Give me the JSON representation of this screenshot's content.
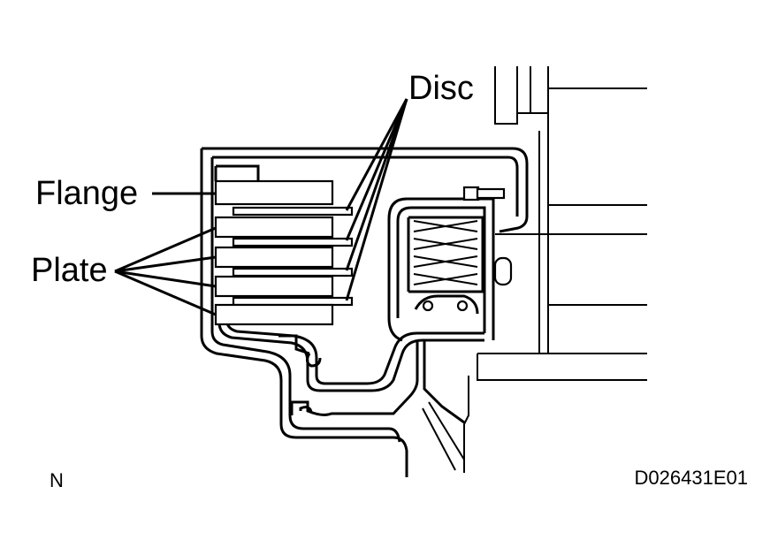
{
  "labels": {
    "disc": "Disc",
    "flange": "Flange",
    "plate": "Plate",
    "corner_letter": "N",
    "figure_code": "D026431E01"
  },
  "colors": {
    "line": "#000000",
    "background": "#ffffff"
  }
}
